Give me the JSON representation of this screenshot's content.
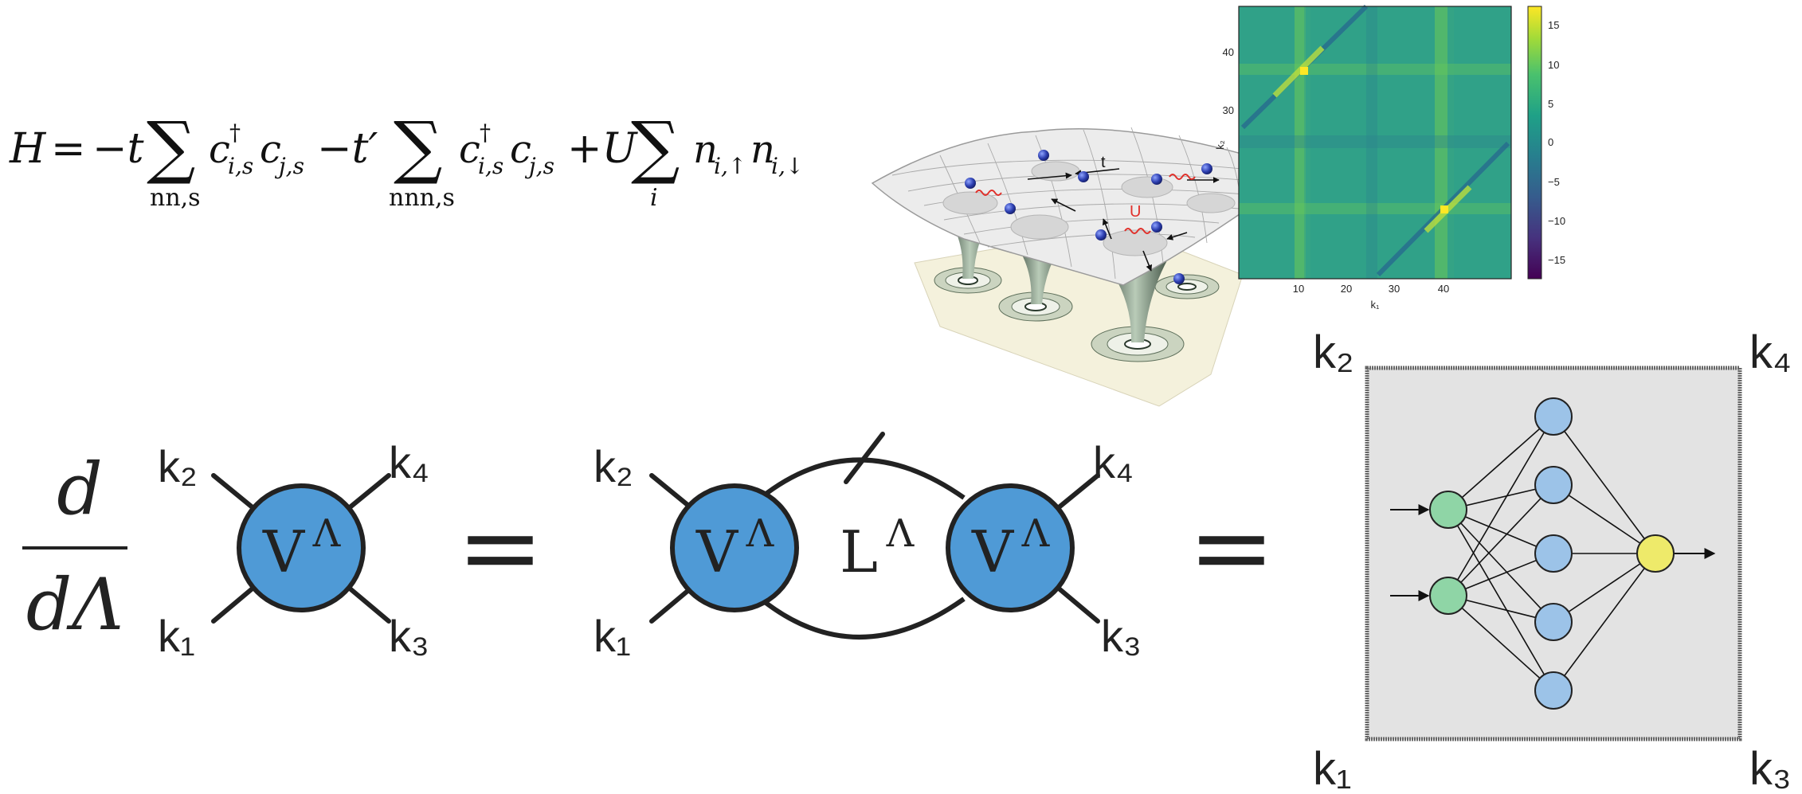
{
  "hamiltonian": {
    "lhs": "H",
    "eq": "=",
    "term1_sign": "−t",
    "term1_sum_sub": "nn,s",
    "term2_sign": "−t′",
    "term2_sum_sub": "nnn,s",
    "term3_sign": "+U",
    "term3_sum_sub": "i",
    "sum_symbol": "∑",
    "op_c": "c",
    "op_n": "n",
    "dagger": "†",
    "sub_is": "i,s",
    "sub_js": "j,s",
    "sub_up": "i,↑",
    "sub_down": "i,↓"
  },
  "lattice": {
    "hopping_label": "t",
    "interaction_label": "U",
    "colors": {
      "surface": "#ececec",
      "atom": "#2d3fb0",
      "spring": "#e0302a",
      "floor": "#f4f1dc"
    }
  },
  "heatmap": {
    "xlabel": "k₁",
    "ylabel": "k₂",
    "x_ticks": [
      "10",
      "20",
      "30",
      "40"
    ],
    "y_ticks": [
      "30",
      "40"
    ],
    "colorbar_ticks": [
      "15",
      "10",
      "5",
      "0",
      "−5",
      "−10",
      "−15"
    ],
    "colormap": "viridis"
  },
  "flow_equation": {
    "derivative_num": "d",
    "derivative_den": "dΛ",
    "vertex_label": "V",
    "lambda_sup": "Λ",
    "loop_label": "L",
    "equals": "=",
    "k1": "k₁",
    "k2": "k₂",
    "k3": "k₃",
    "k4": "k₄",
    "colors": {
      "vertex": "#4f9ad6",
      "stroke": "#222222"
    }
  },
  "neural_net": {
    "k1": "k₁",
    "k2": "k₂",
    "k3": "k₃",
    "k4": "k₄",
    "layers": [
      2,
      5,
      1
    ],
    "colors": {
      "input": "#8fd5a6",
      "hidden": "#9cc3e8",
      "output": "#eeea6a",
      "panel": "#e3e3e3",
      "border": "#666666"
    }
  }
}
